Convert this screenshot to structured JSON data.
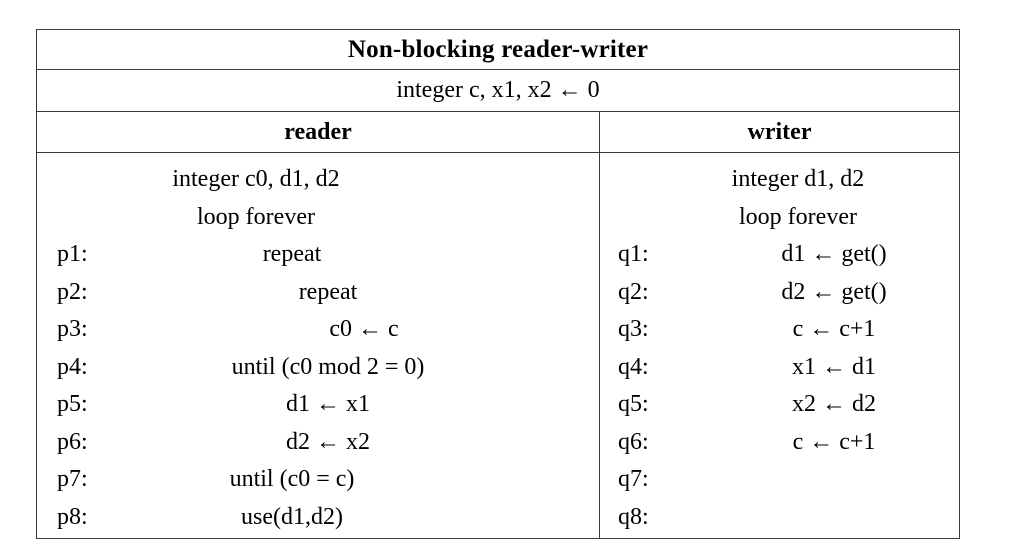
{
  "table": {
    "title": "Non-blocking reader-writer",
    "shared_declaration": "integer c, x1, x2 ← 0",
    "columns": [
      {
        "id": "reader",
        "header": "reader"
      },
      {
        "id": "writer",
        "header": "writer"
      }
    ],
    "reader": {
      "lines": [
        {
          "label": "",
          "statement": "integer c0, d1, d2",
          "indent": 0
        },
        {
          "label": "",
          "statement": "loop forever",
          "indent": 0
        },
        {
          "label": "p1:",
          "statement": "repeat",
          "indent": 1
        },
        {
          "label": "p2:",
          "statement": "repeat",
          "indent": 2
        },
        {
          "label": "p3:",
          "statement": "c0 ← c",
          "indent": 3
        },
        {
          "label": "p4:",
          "statement": "until (c0 mod 2 = 0)",
          "indent": 2
        },
        {
          "label": "p5:",
          "statement": "d1 ← x1",
          "indent": 2
        },
        {
          "label": "p6:",
          "statement": "d2 ← x2",
          "indent": 2
        },
        {
          "label": "p7:",
          "statement": "until (c0 = c)",
          "indent": 1
        },
        {
          "label": "p8:",
          "statement": "use(d1,d2)",
          "indent": 1
        }
      ]
    },
    "writer": {
      "lines": [
        {
          "label": "",
          "statement": "integer d1, d2",
          "indent": 0
        },
        {
          "label": "",
          "statement": "loop forever",
          "indent": 0
        },
        {
          "label": "q1:",
          "statement": "d1 ← get()",
          "indent": 1
        },
        {
          "label": "q2:",
          "statement": "d2 ← get()",
          "indent": 1
        },
        {
          "label": "q3:",
          "statement": "c ← c+1",
          "indent": 1
        },
        {
          "label": "q4:",
          "statement": "x1 ← d1",
          "indent": 1
        },
        {
          "label": "q5:",
          "statement": "x2 ← d2",
          "indent": 1
        },
        {
          "label": "q6:",
          "statement": "c ← c+1",
          "indent": 1
        },
        {
          "label": "q7:",
          "statement": "",
          "indent": 1
        },
        {
          "label": "q8:",
          "statement": "",
          "indent": 1
        }
      ]
    }
  },
  "style": {
    "border_color": "#3a3a3a",
    "text_color": "#000000",
    "background": "#ffffff"
  }
}
